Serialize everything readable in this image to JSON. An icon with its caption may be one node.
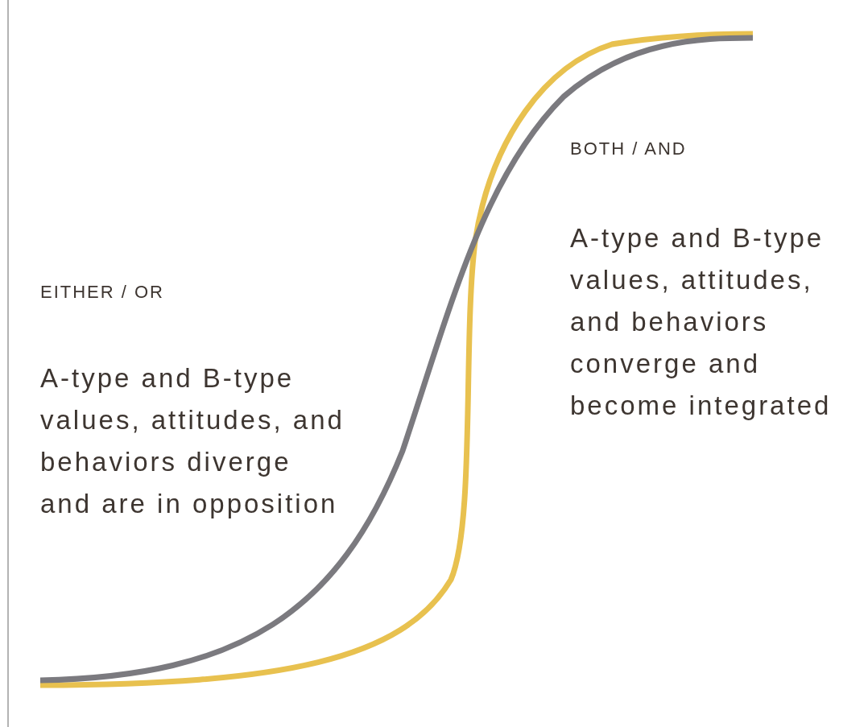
{
  "diagram": {
    "labels": [
      "EITHER / OR",
      "A-type and B-type values, attitudes, and behaviors diverge and are in opposition",
      "BOTH / AND",
      "A-type and B-type values, attitudes, and behaviors converge and become integrated"
    ]
  }
}
